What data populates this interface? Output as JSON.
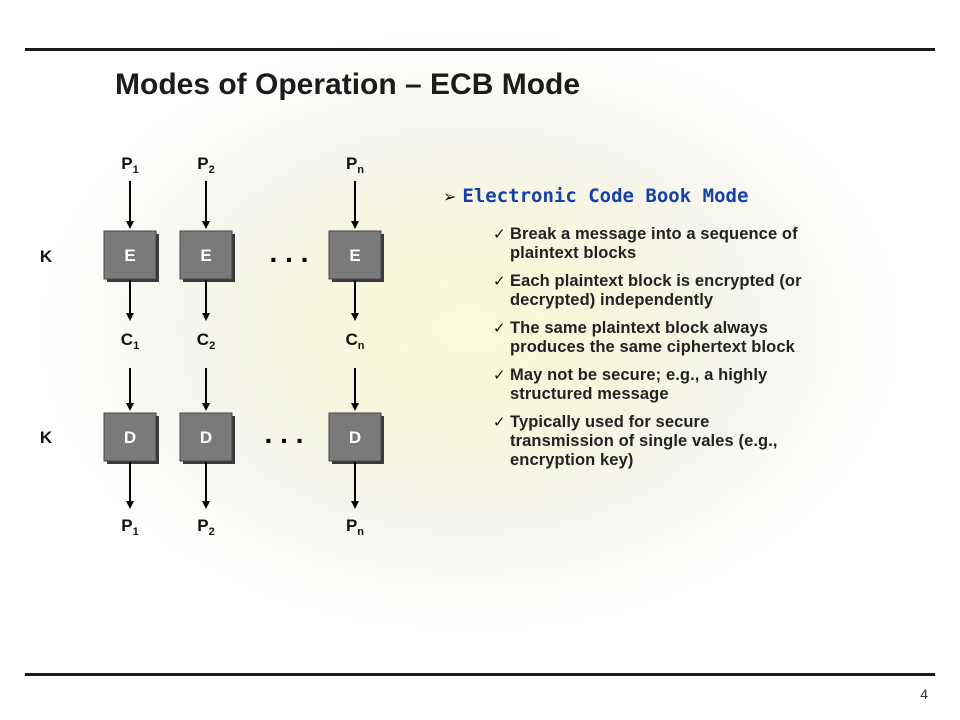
{
  "slide": {
    "title": "Modes of Operation – ECB Mode",
    "page_number": "4"
  },
  "diagram": {
    "encrypt_row": {
      "key": "K",
      "inputs": [
        {
          "base": "P",
          "sub": "1"
        },
        {
          "base": "P",
          "sub": "2"
        },
        {
          "base": "P",
          "sub": "n"
        }
      ],
      "blocks": [
        "E",
        "E",
        "E"
      ],
      "outputs": [
        {
          "base": "C",
          "sub": "1"
        },
        {
          "base": "C",
          "sub": "2"
        },
        {
          "base": "C",
          "sub": "n"
        }
      ],
      "ellipsis": ". . ."
    },
    "decrypt_row": {
      "key": "K",
      "blocks": [
        "D",
        "D",
        "D"
      ],
      "outputs": [
        {
          "base": "P",
          "sub": "1"
        },
        {
          "base": "P",
          "sub": "2"
        },
        {
          "base": "P",
          "sub": "n"
        }
      ],
      "ellipsis": ". . ."
    }
  },
  "content": {
    "heading": "Electronic Code Book Mode",
    "heading_marker": "➢",
    "check_mark": "✓",
    "bullets": [
      [
        "Break a message into a sequence of",
        "plaintext blocks"
      ],
      [
        "Each plaintext block is encrypted (or",
        "decrypted) independently"
      ],
      [
        "The same plaintext block always",
        "produces the same ciphertext block"
      ],
      [
        "May not be secure; e.g., a highly",
        "structured message"
      ],
      [
        "Typically used for secure",
        "transmission of single vales (e.g.,",
        "encryption key)"
      ]
    ]
  },
  "colors": {
    "block_fill": "#7a7a7a",
    "block_text": "#ffffff",
    "heading": "#1540a8",
    "text": "#222222"
  }
}
